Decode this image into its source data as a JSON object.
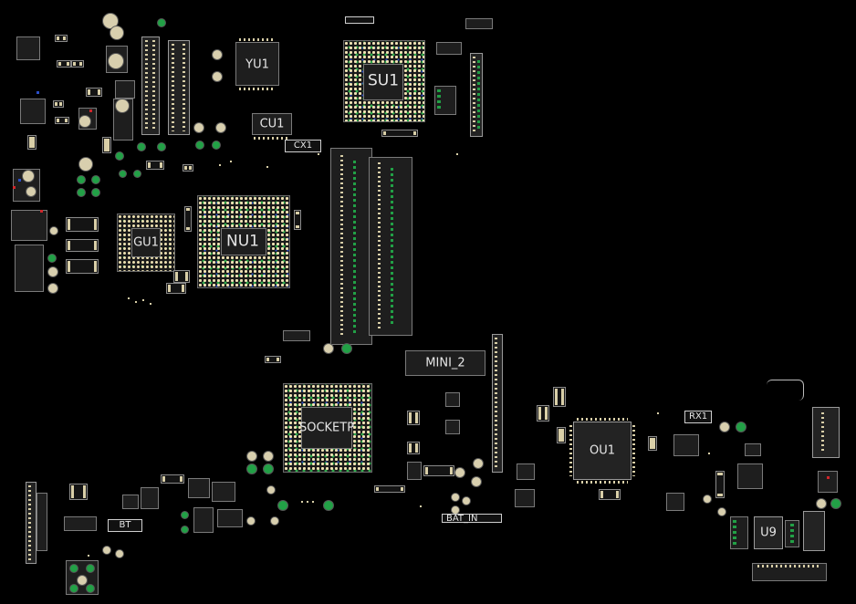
{
  "components": {
    "su1": "SU1",
    "nu1": "NU1",
    "yu1": "YU1",
    "cu1": "CU1",
    "cx1": "CX1",
    "gu1": "GU1",
    "mini2": "MINI_2",
    "socketp": "SOCKETP",
    "ou1": "OU1",
    "rx1": "RX1",
    "u9": "U9",
    "bt": "BT",
    "bat_in": "BAT_IN"
  }
}
